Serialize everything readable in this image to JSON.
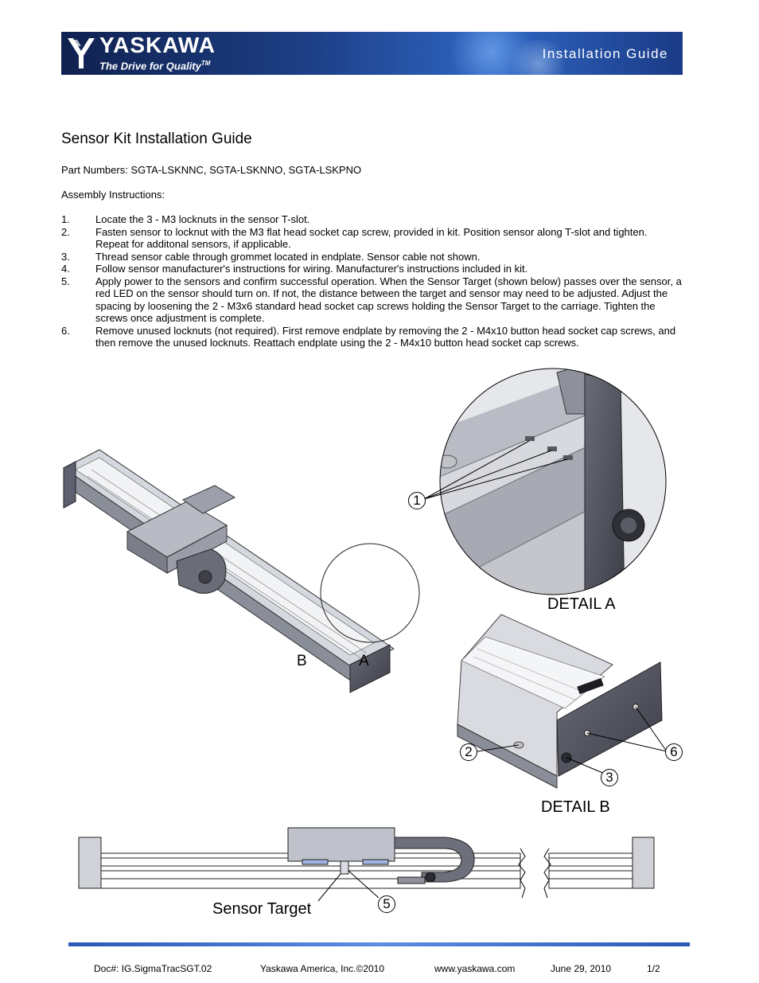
{
  "header": {
    "brand": "YASKAWA",
    "tagline": "The Drive for Quality",
    "tagline_mark": "TM",
    "title": "Installation Guide"
  },
  "document": {
    "title": "Sensor Kit Installation Guide",
    "part_numbers": "Part Numbers:  SGTA-LSKNNC, SGTA-LSKNNO, SGTA-LSKPNO",
    "assembly_heading": "Assembly Instructions:",
    "steps": [
      {
        "num": "1.",
        "text": "Locate the 3 - M3 locknuts in the sensor T-slot."
      },
      {
        "num": "2.",
        "text": "Fasten sensor to locknut with the M3 flat head socket cap screw, provided in kit.   Position sensor along T-slot and tighten.  Repeat for additonal sensors, if applicable."
      },
      {
        "num": "3.",
        "text": "Thread sensor cable through grommet located in endplate. Sensor cable not shown."
      },
      {
        "num": "4.",
        "text": "Follow sensor manufacturer's instructions for wiring. Manufacturer's instructions included in kit."
      },
      {
        "num": "5.",
        "text": "Apply power to the sensors and confirm successful operation. When the Sensor Target (shown below) passes over the sensor, a red LED on the sensor should turn on.  If not, the distance between the target and sensor may need to be adjusted.  Adjust the spacing by loosening the 2 - M3x6 standard head socket cap screws holding the Sensor Target to the carriage.  Tighten the screws once adjustment is complete."
      },
      {
        "num": "6.",
        "text": "Remove unused locknuts (not required).  First remove endplate by removing the 2 - M4x10 button head socket cap screws, and then remove the unused locknuts.  Reattach endplate using the 2 - M4x10 button head socket cap screws."
      }
    ]
  },
  "figures": {
    "detail_a_label": "DETAIL A",
    "detail_b_label": "DETAIL B",
    "label_b": "B",
    "label_a": "A",
    "callout_1": "1",
    "callout_2": "2",
    "callout_3": "3",
    "callout_5": "5",
    "callout_6": "6",
    "sensor_target_label": "Sensor Target"
  },
  "footer": {
    "doc_number": "Doc#: IG.SigmaTracSGT.02",
    "company": "Yaskawa America, Inc.©2010",
    "website": "www.yaskawa.com",
    "date": "June 29, 2010",
    "page": "1/2"
  },
  "colors": {
    "banner": "#1d3f86",
    "footer_bar": "#2b57b8"
  }
}
